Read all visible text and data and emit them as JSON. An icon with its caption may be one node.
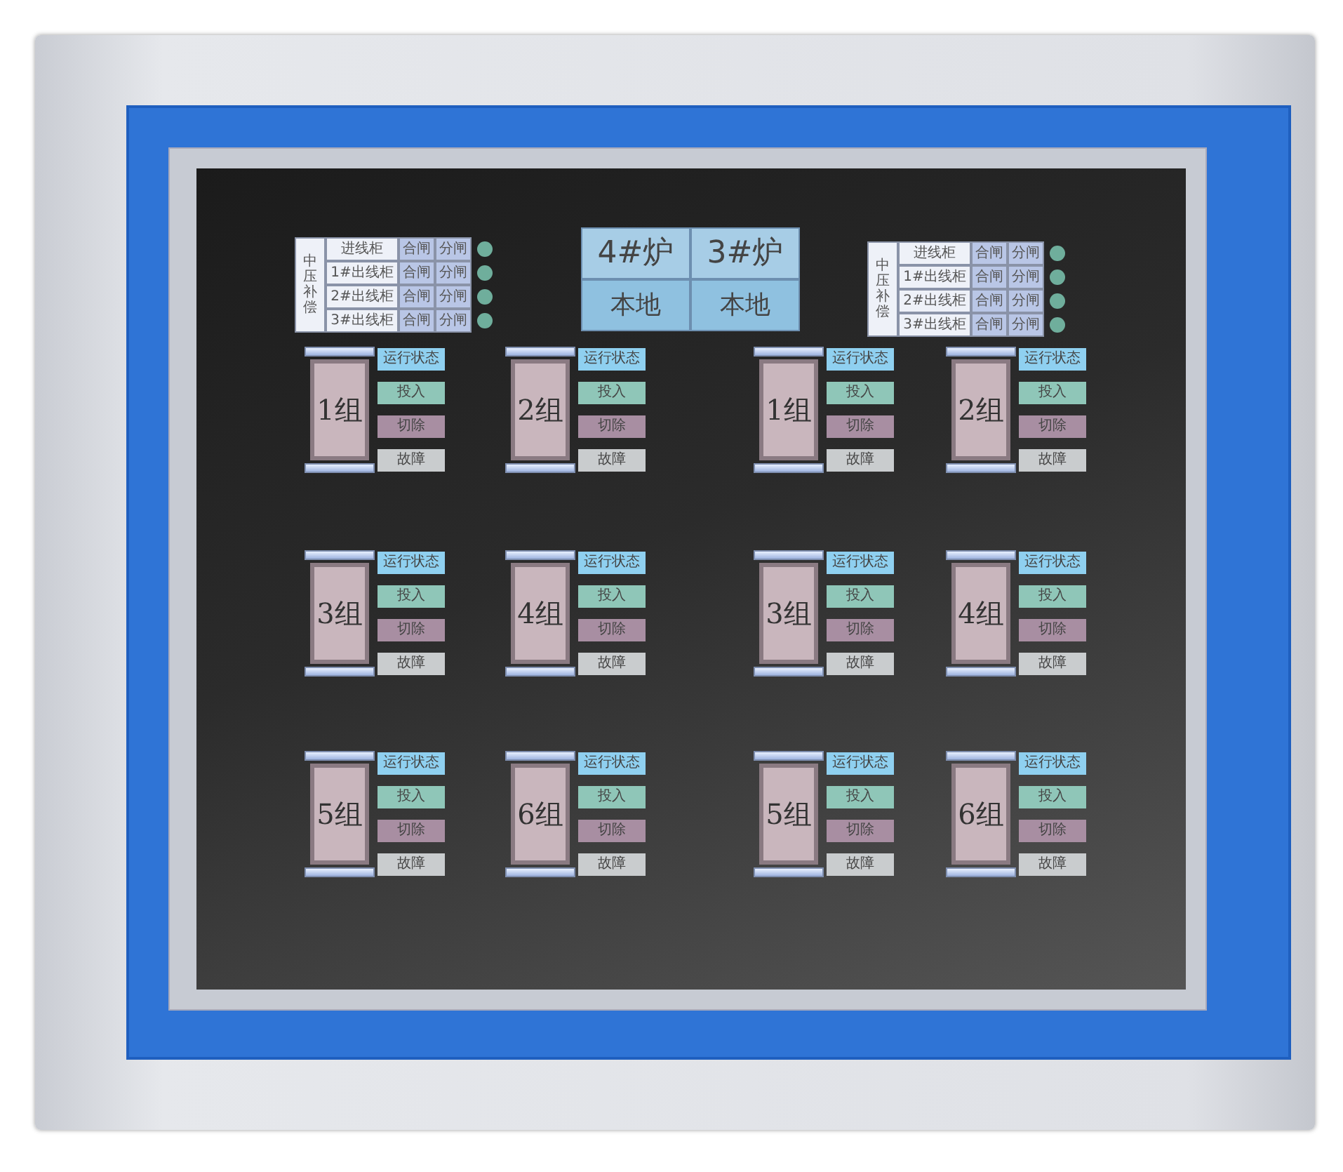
{
  "diagram": {
    "nodes": [
      {
        "text": [
          "1组",
          "运行状态",
          "投入",
          "切除",
          "故障"
        ]
      },
      {
        "text": [
          "2组",
          "运行状态",
          "投入",
          "切除",
          "故障"
        ]
      },
      {
        "text": [
          "1组",
          "运行状态",
          "投入",
          "切除",
          "故障"
        ]
      },
      {
        "text": [
          "2组",
          "运行状态",
          "投入",
          "切除",
          "故障"
        ]
      },
      {
        "text": [
          "3组",
          "运行状态",
          "投入",
          "切除",
          "故障"
        ]
      },
      {
        "text": [
          "4组",
          "运行状态",
          "投入",
          "切除",
          "故障"
        ]
      },
      {
        "text": [
          "3组",
          "运行状态",
          "投入",
          "切除",
          "故障"
        ]
      },
      {
        "text": [
          "4组",
          "运行状态",
          "投入",
          "切除",
          "故障"
        ]
      },
      {
        "text": [
          "5组",
          "运行状态",
          "投入",
          "切除",
          "故障"
        ]
      },
      {
        "text": [
          "6组",
          "运行状态",
          "投入",
          "切除",
          "故障"
        ]
      },
      {
        "text": [
          "5组",
          "运行状态",
          "投入",
          "切除",
          "故障"
        ]
      },
      {
        "text": [
          "6组",
          "运行状态",
          "投入",
          "切除",
          "故障"
        ]
      }
    ],
    "labels": [
      "中压补偿",
      "进线柜",
      "合闸",
      "分闸",
      "1#出线柜",
      "合闸",
      "分闸",
      "2#出线柜",
      "合闸",
      "分闸",
      "3#出线柜",
      "合闸",
      "分闸",
      "4#炉",
      "3#炉",
      "本地",
      "本地",
      "中压补偿",
      "进线柜",
      "合闸",
      "分闸",
      "1#出线柜",
      "合闸",
      "分闸",
      "2#出线柜",
      "合闸",
      "分闸",
      "3#出线柜",
      "合闸",
      "分闸"
    ]
  }
}
